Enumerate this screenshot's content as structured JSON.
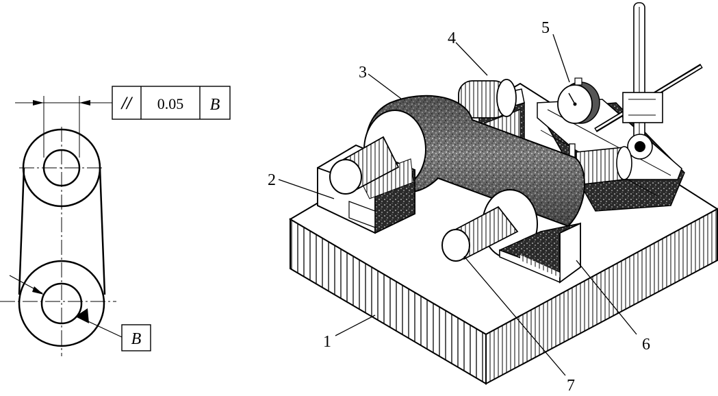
{
  "tolerance_frame": {
    "symbol": "//",
    "value": "0.05",
    "datum": "B"
  },
  "datum_label": "B",
  "callouts": [
    "1",
    "2",
    "3",
    "4",
    "5",
    "6",
    "7"
  ]
}
